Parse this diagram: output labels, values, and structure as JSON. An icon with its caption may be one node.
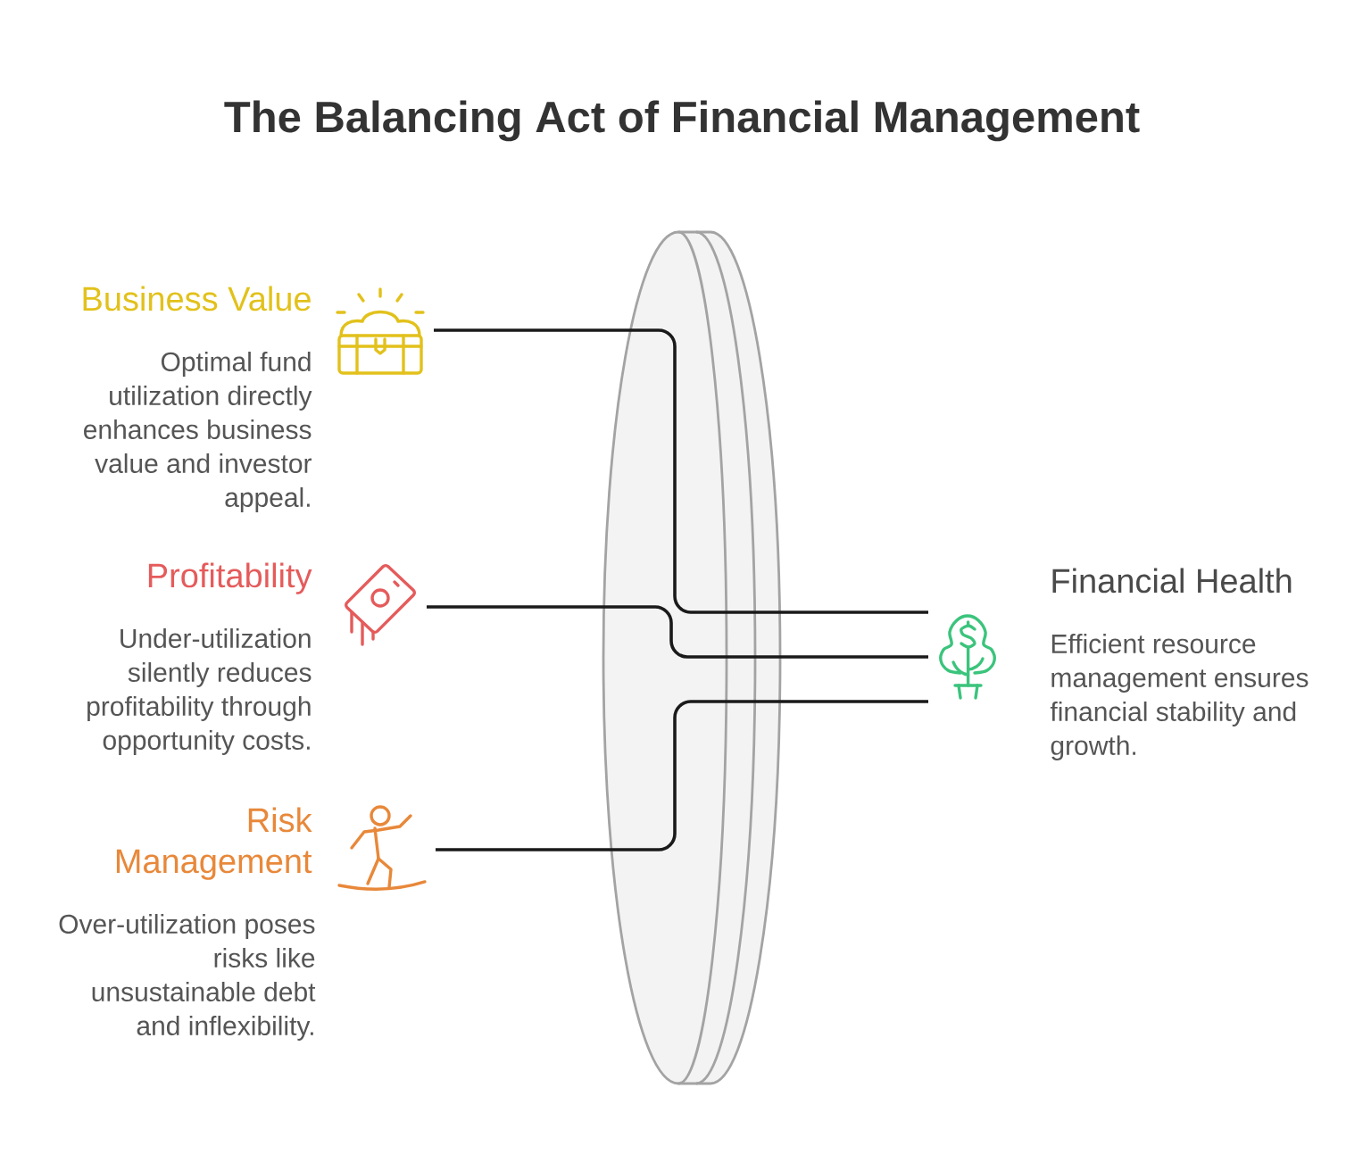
{
  "diagram": {
    "title": "The Balancing Act of Financial Management",
    "nodes": [
      {
        "text": [],
        "shape": "picture",
        "beside": [
          "Business Value",
          "Optimal fund utilization directly enhances business value and investor appeal."
        ]
      },
      {
        "text": [],
        "shape": "picture",
        "beside": [
          "Profitability",
          "Under-utilization silently reduces profitability through opportunity costs."
        ]
      },
      {
        "text": [],
        "shape": "picture",
        "beside": [
          "Risk Management",
          "Over-utilization poses risks like unsustainable debt and inflexibility."
        ]
      },
      {
        "text": [],
        "shape": "picture",
        "beside": [
          "Financial Health",
          "Efficient resource management ensures financial stability and growth."
        ]
      }
    ],
    "edges": [
      {
        "from": 0,
        "to": 3,
        "arrow": "none"
      },
      {
        "from": 1,
        "to": 3,
        "arrow": "none"
      },
      {
        "from": 2,
        "to": 3,
        "arrow": "none"
      }
    ]
  }
}
